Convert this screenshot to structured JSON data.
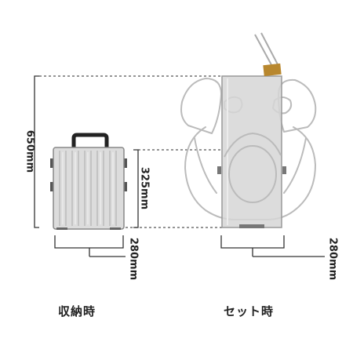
{
  "dimensions": {
    "total_height": "650mm",
    "folded_height": "325mm",
    "folded_width": "280mm",
    "set_width": "280mm"
  },
  "captions": {
    "folded": "収納時",
    "set": "セット時"
  },
  "colors": {
    "line": "#333333",
    "dotted": "#555555",
    "case_fill": "#d9d9d9",
    "case_stroke": "#888888",
    "handle": "#222222",
    "seat_fill": "#d4d4d4",
    "seat_stroke": "#999999",
    "person_stroke": "#bbbbbb",
    "tag": "#b8872e"
  },
  "icons": {
    "folded_item": "folded-case-icon",
    "set_item": "seated-person-topview-icon"
  }
}
